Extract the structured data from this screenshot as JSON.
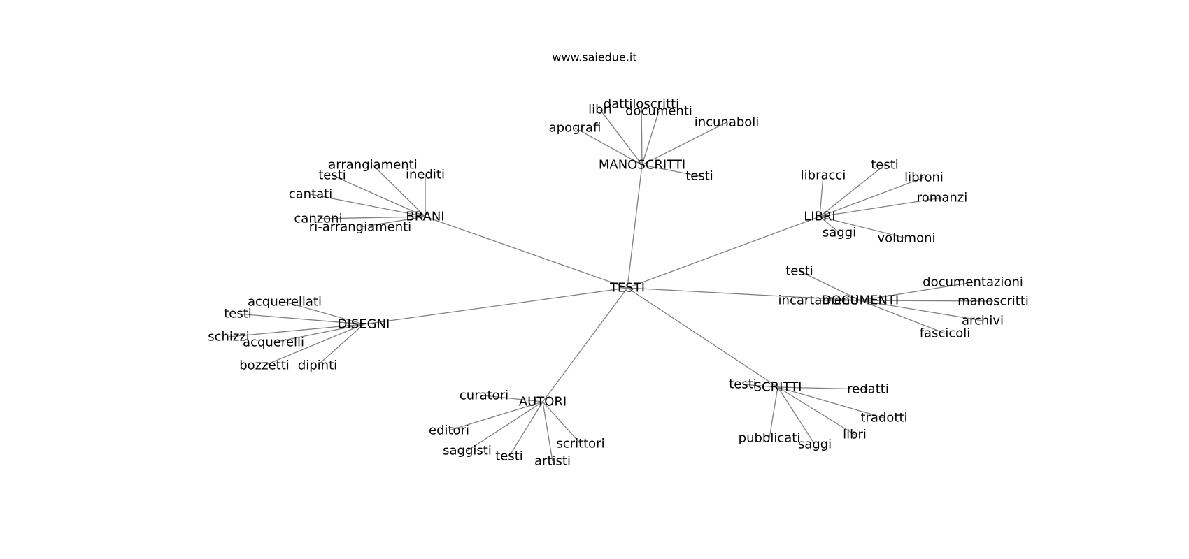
{
  "title": "www.saiedue.it",
  "colors": {
    "edge": "#808080",
    "text": "#000000",
    "background": "#ffffff"
  },
  "root": "TESTI",
  "groups": [
    {
      "label": "MANOSCRITTI",
      "leaves": [
        "apografi",
        "libri",
        "dattiloscritti",
        "documenti",
        "incunaboli",
        "testi"
      ]
    },
    {
      "label": "BRANI",
      "leaves": [
        "arrangiamenti",
        "inediti",
        "testi",
        "cantati",
        "canzoni",
        "ri-arrangiamenti"
      ]
    },
    {
      "label": "LIBRI",
      "leaves": [
        "libracci",
        "testi",
        "libroni",
        "romanzi",
        "saggi",
        "volumoni"
      ]
    },
    {
      "label": "DOCUMENTI",
      "leaves": [
        "testi",
        "incartamenti",
        "documentazioni",
        "manoscritti",
        "archivi",
        "fascicoli"
      ]
    },
    {
      "label": "DISEGNI",
      "leaves": [
        "acquerellati",
        "testi",
        "schizzi",
        "acquerelli",
        "bozzetti",
        "dipinti"
      ]
    },
    {
      "label": "AUTORI",
      "leaves": [
        "curatori",
        "editori",
        "saggisti",
        "testi",
        "artisti",
        "scrittori"
      ]
    },
    {
      "label": "SCRITTI",
      "leaves": [
        "testi",
        "redatti",
        "tradotti",
        "libri",
        "saggi",
        "pubblicati"
      ]
    }
  ]
}
